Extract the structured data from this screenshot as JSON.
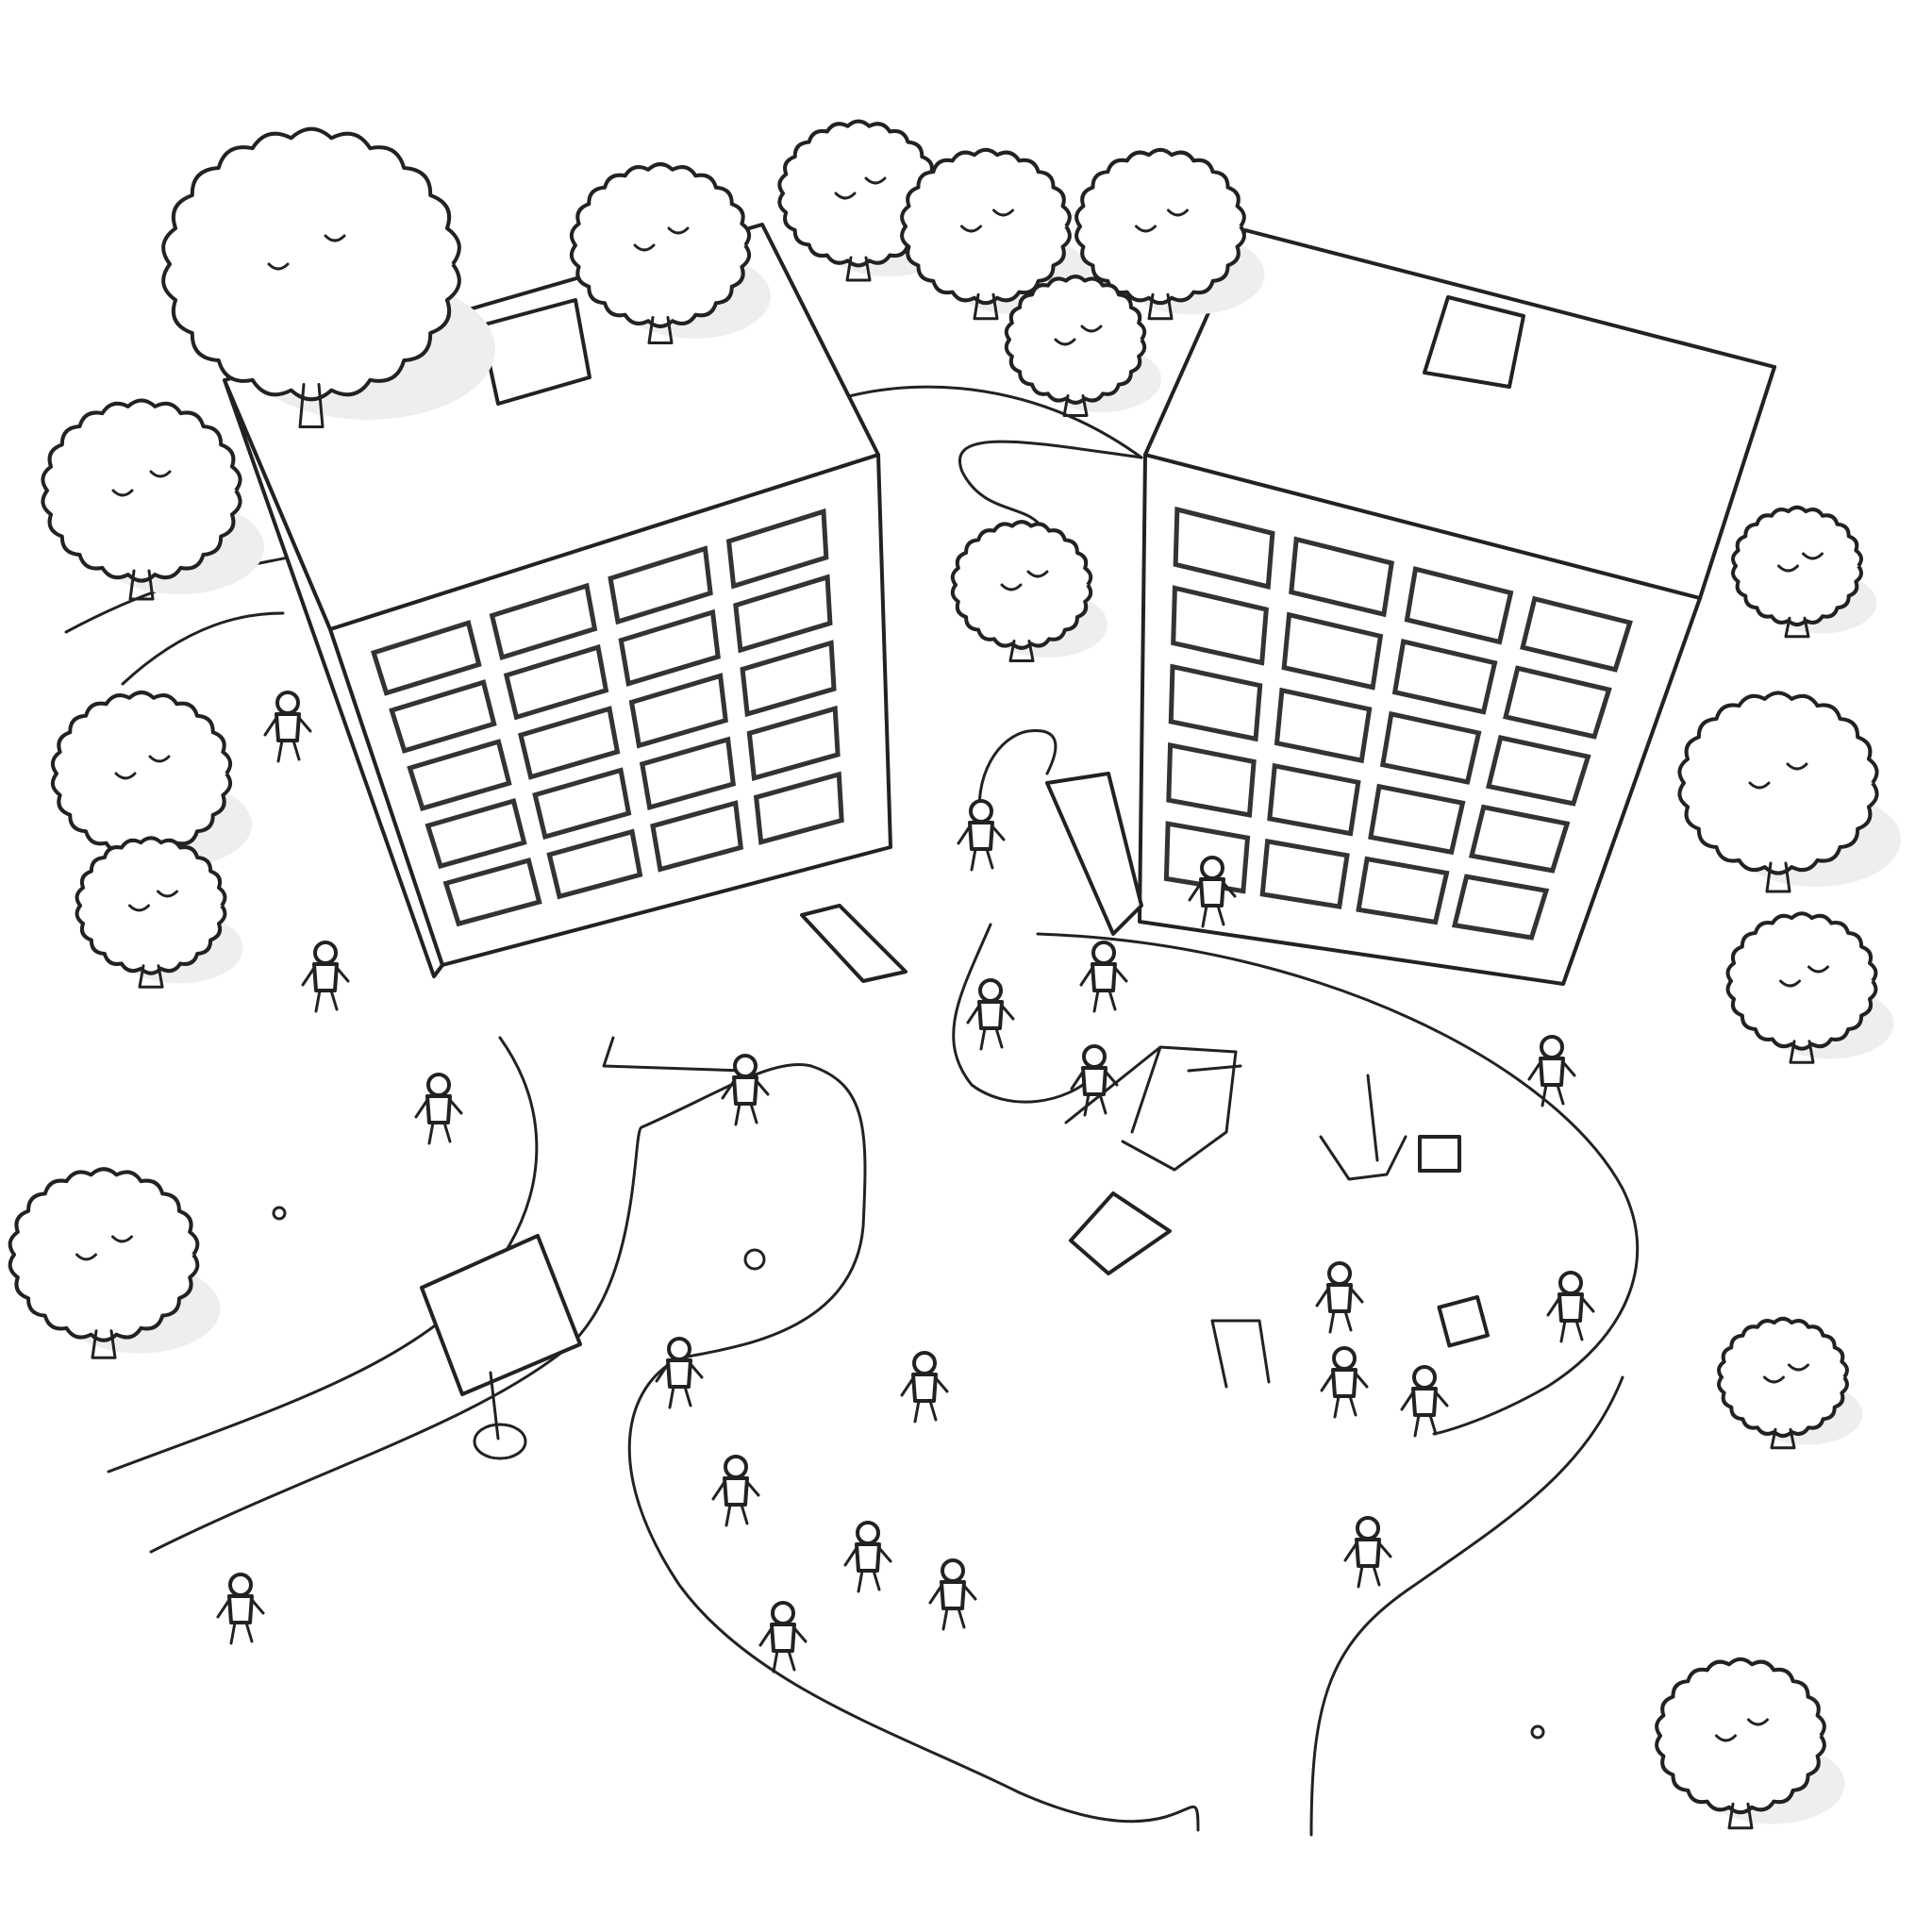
{
  "scene": {
    "style": "black line drawing on white",
    "background": "#ffffff",
    "line_color": "#222222",
    "subjects": [
      "apartment-building",
      "apartment-building",
      "playground",
      "trees",
      "children",
      "footpaths",
      "signboard"
    ]
  }
}
